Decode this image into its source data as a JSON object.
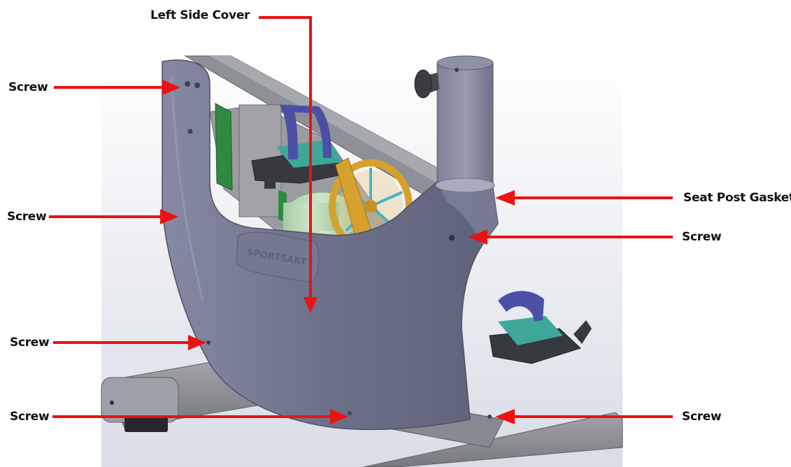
{
  "colors": {
    "callout_arrow": "#ee1111",
    "cover_panel": "#6a6e88",
    "frame": "#8a8c92",
    "flywheel": "#d7a12e",
    "pedal_strap": "#4b4fa6",
    "pcb": "#2f8a3f",
    "motor": "#b9d9b3"
  },
  "labels": {
    "left_side_cover": "Left Side Cover",
    "screw_top_left": "Screw",
    "screw_mid_left": "Screw",
    "screw_lower_left": "Screw",
    "screw_bottom_left": "Screw",
    "seat_post_gasket": "Seat Post Gasket",
    "screw_mid_right": "Screw",
    "screw_bottom_right": "Screw"
  },
  "embossed_logo": "SPORTSART"
}
